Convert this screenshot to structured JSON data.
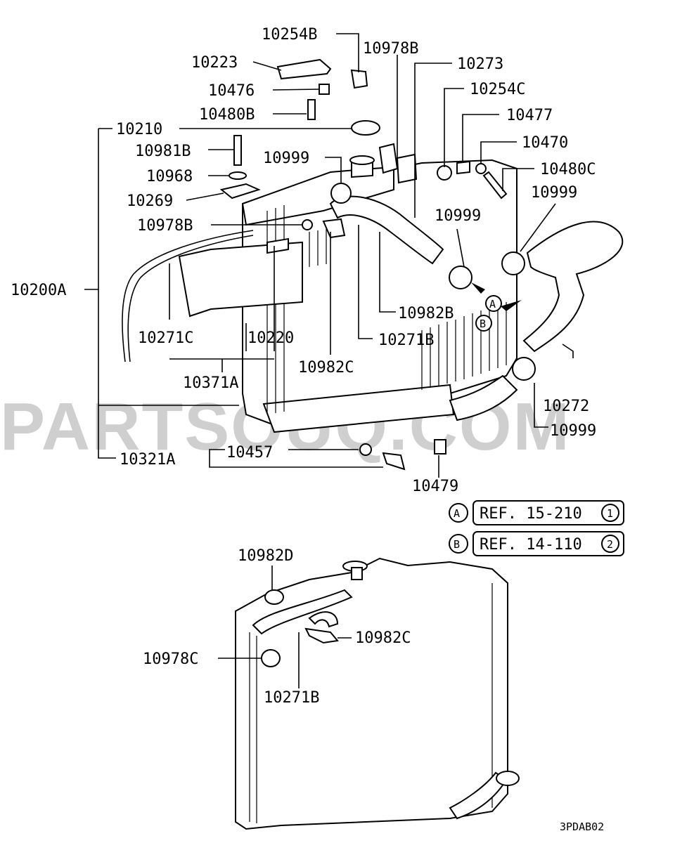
{
  "watermark": "PARTSOUQ.COM",
  "labels": {
    "p10254B": "10254B",
    "p10978B_top": "10978B",
    "p10273": "10273",
    "p10223": "10223",
    "p10476": "10476",
    "p10254C": "10254C",
    "p10480B": "10480B",
    "p10477": "10477",
    "p10210": "10210",
    "p10470": "10470",
    "p10981B": "10981B",
    "p10999_a": "10999",
    "p10480C": "10480C",
    "p10968": "10968",
    "p10999_b": "10999",
    "p10269": "10269",
    "p10999_c": "10999",
    "p10978B_mid": "10978B",
    "p10200A": "10200A",
    "p10982B": "10982B",
    "p10271C": "10271C",
    "p10220": "10220",
    "p10271B": "10271B",
    "p10982C": "10982C",
    "p10371A": "10371A",
    "p10272": "10272",
    "p10999_d": "10999",
    "p10457": "10457",
    "p10321A": "10321A",
    "p10479": "10479",
    "p10982D": "10982D",
    "p10982C_2": "10982C",
    "p10978C": "10978C",
    "p10271B_2": "10271B"
  },
  "markers": {
    "a": "A",
    "b": "B"
  },
  "refs": [
    {
      "marker": "A",
      "text": "REF. 15-210",
      "num": "1"
    },
    {
      "marker": "B",
      "text": "REF. 14-110",
      "num": "2"
    }
  ],
  "diagram_code": "3PDAB02"
}
